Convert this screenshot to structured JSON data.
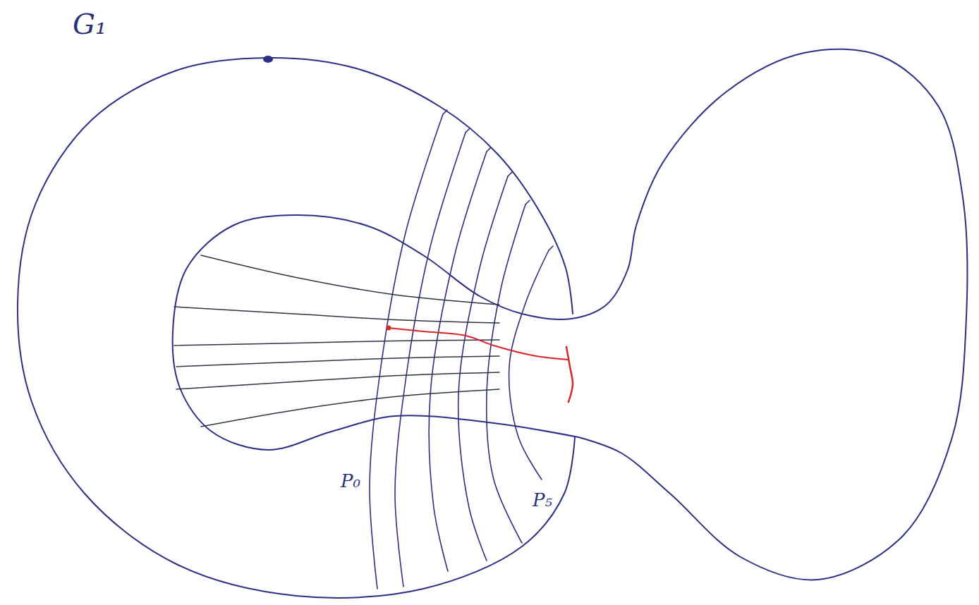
{
  "diagram": {
    "labels": [
      "G₁",
      "P₀",
      "P₅"
    ]
  }
}
